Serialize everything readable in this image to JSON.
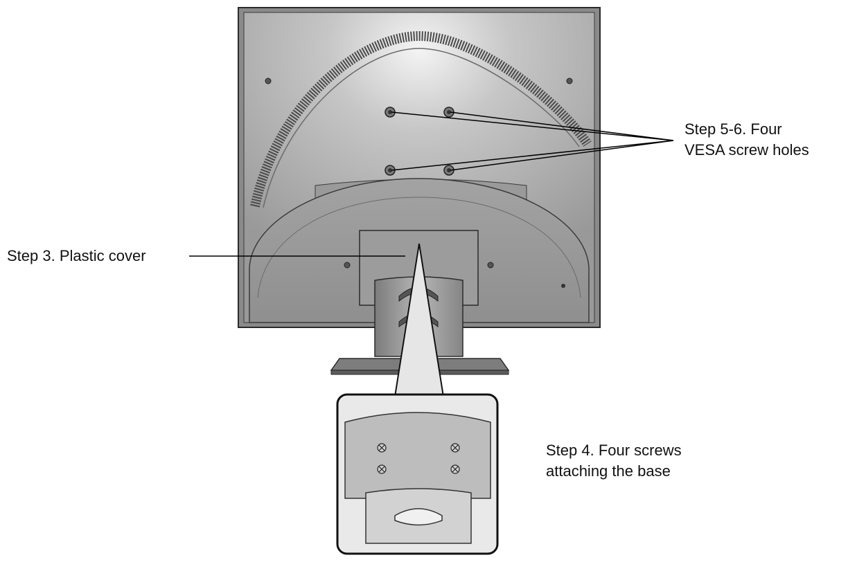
{
  "labels": {
    "vesa_line1": "Step 5-6. Four",
    "vesa_line2": "VESA screw holes",
    "plastic_cover": "Step 3. Plastic cover",
    "base_line1": "Step 4. Four screws",
    "base_line2": "attaching the base"
  },
  "icons": [
    "screw-hole-icon",
    "screw-x-icon"
  ],
  "colors": {
    "panel": "#a9a9a9",
    "panel_dark": "#8c8c8c",
    "outline": "#2a2a2a",
    "line": "#000000"
  }
}
